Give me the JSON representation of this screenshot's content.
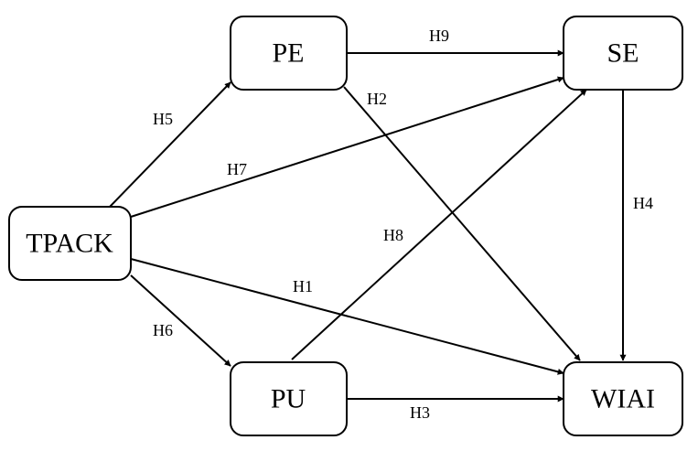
{
  "nodes": {
    "tpack": "TPACK",
    "pe": "PE",
    "pu": "PU",
    "se": "SE",
    "wiai": "WIAI"
  },
  "edges": [
    {
      "label": "H1",
      "from": "TPACK",
      "to": "WIAI"
    },
    {
      "label": "H2",
      "from": "PE",
      "to": "WIAI"
    },
    {
      "label": "H3",
      "from": "PU",
      "to": "WIAI"
    },
    {
      "label": "H4",
      "from": "SE",
      "to": "WIAI"
    },
    {
      "label": "H5",
      "from": "TPACK",
      "to": "PE"
    },
    {
      "label": "H6",
      "from": "TPACK",
      "to": "PU"
    },
    {
      "label": "H7",
      "from": "TPACK",
      "to": "SE"
    },
    {
      "label": "H8",
      "from": "PU",
      "to": "SE"
    },
    {
      "label": "H9",
      "from": "PE",
      "to": "SE"
    }
  ]
}
